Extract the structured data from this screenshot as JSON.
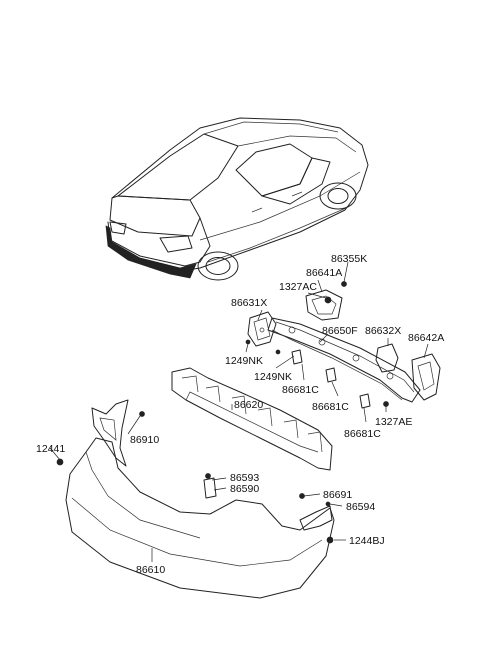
{
  "labels": {
    "p86355K": "86355K",
    "p86641A": "86641A",
    "p1327AC": "1327AC",
    "p86631X": "86631X",
    "p86650F": "86650F",
    "p86632X": "86632X",
    "p86642A": "86642A",
    "p1249NK_a": "1249NK",
    "p1249NK_b": "1249NK",
    "p86681C_a": "86681C",
    "p86681C_b": "86681C",
    "p86681C_c": "86681C",
    "p1327AE": "1327AE",
    "p86620": "86620",
    "p12441": "12441",
    "p86910": "86910",
    "p86593": "86593",
    "p86590": "86590",
    "p86691": "86691",
    "p86594": "86594",
    "p1244BJ": "1244BJ",
    "p86610": "86610"
  }
}
